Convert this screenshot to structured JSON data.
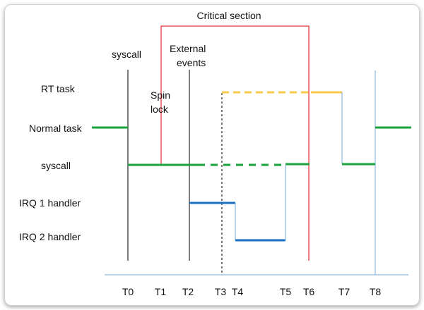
{
  "title": "Critical section",
  "labels": {
    "syscall_top": "syscall",
    "external_1": "External",
    "external_2": "events",
    "spin_1": "Spin",
    "spin_2": "lock"
  },
  "rows": [
    {
      "id": "rt",
      "label": "RT task"
    },
    {
      "id": "normal",
      "label": "Normal task"
    },
    {
      "id": "syscall",
      "label": "syscall"
    },
    {
      "id": "irq1",
      "label": "IRQ 1 handler"
    },
    {
      "id": "irq2",
      "label": "IRQ 2 handler"
    }
  ],
  "ticks": [
    "T0",
    "T1",
    "T2",
    "T3",
    "T4",
    "T5",
    "T6",
    "T7",
    "T8"
  ],
  "colors": {
    "green": "#1aa33a",
    "yellow": "#f7c94a",
    "blue": "#1a6fc0",
    "red": "#e8383d",
    "axis": "#8db8e0",
    "black": "#111111"
  }
}
